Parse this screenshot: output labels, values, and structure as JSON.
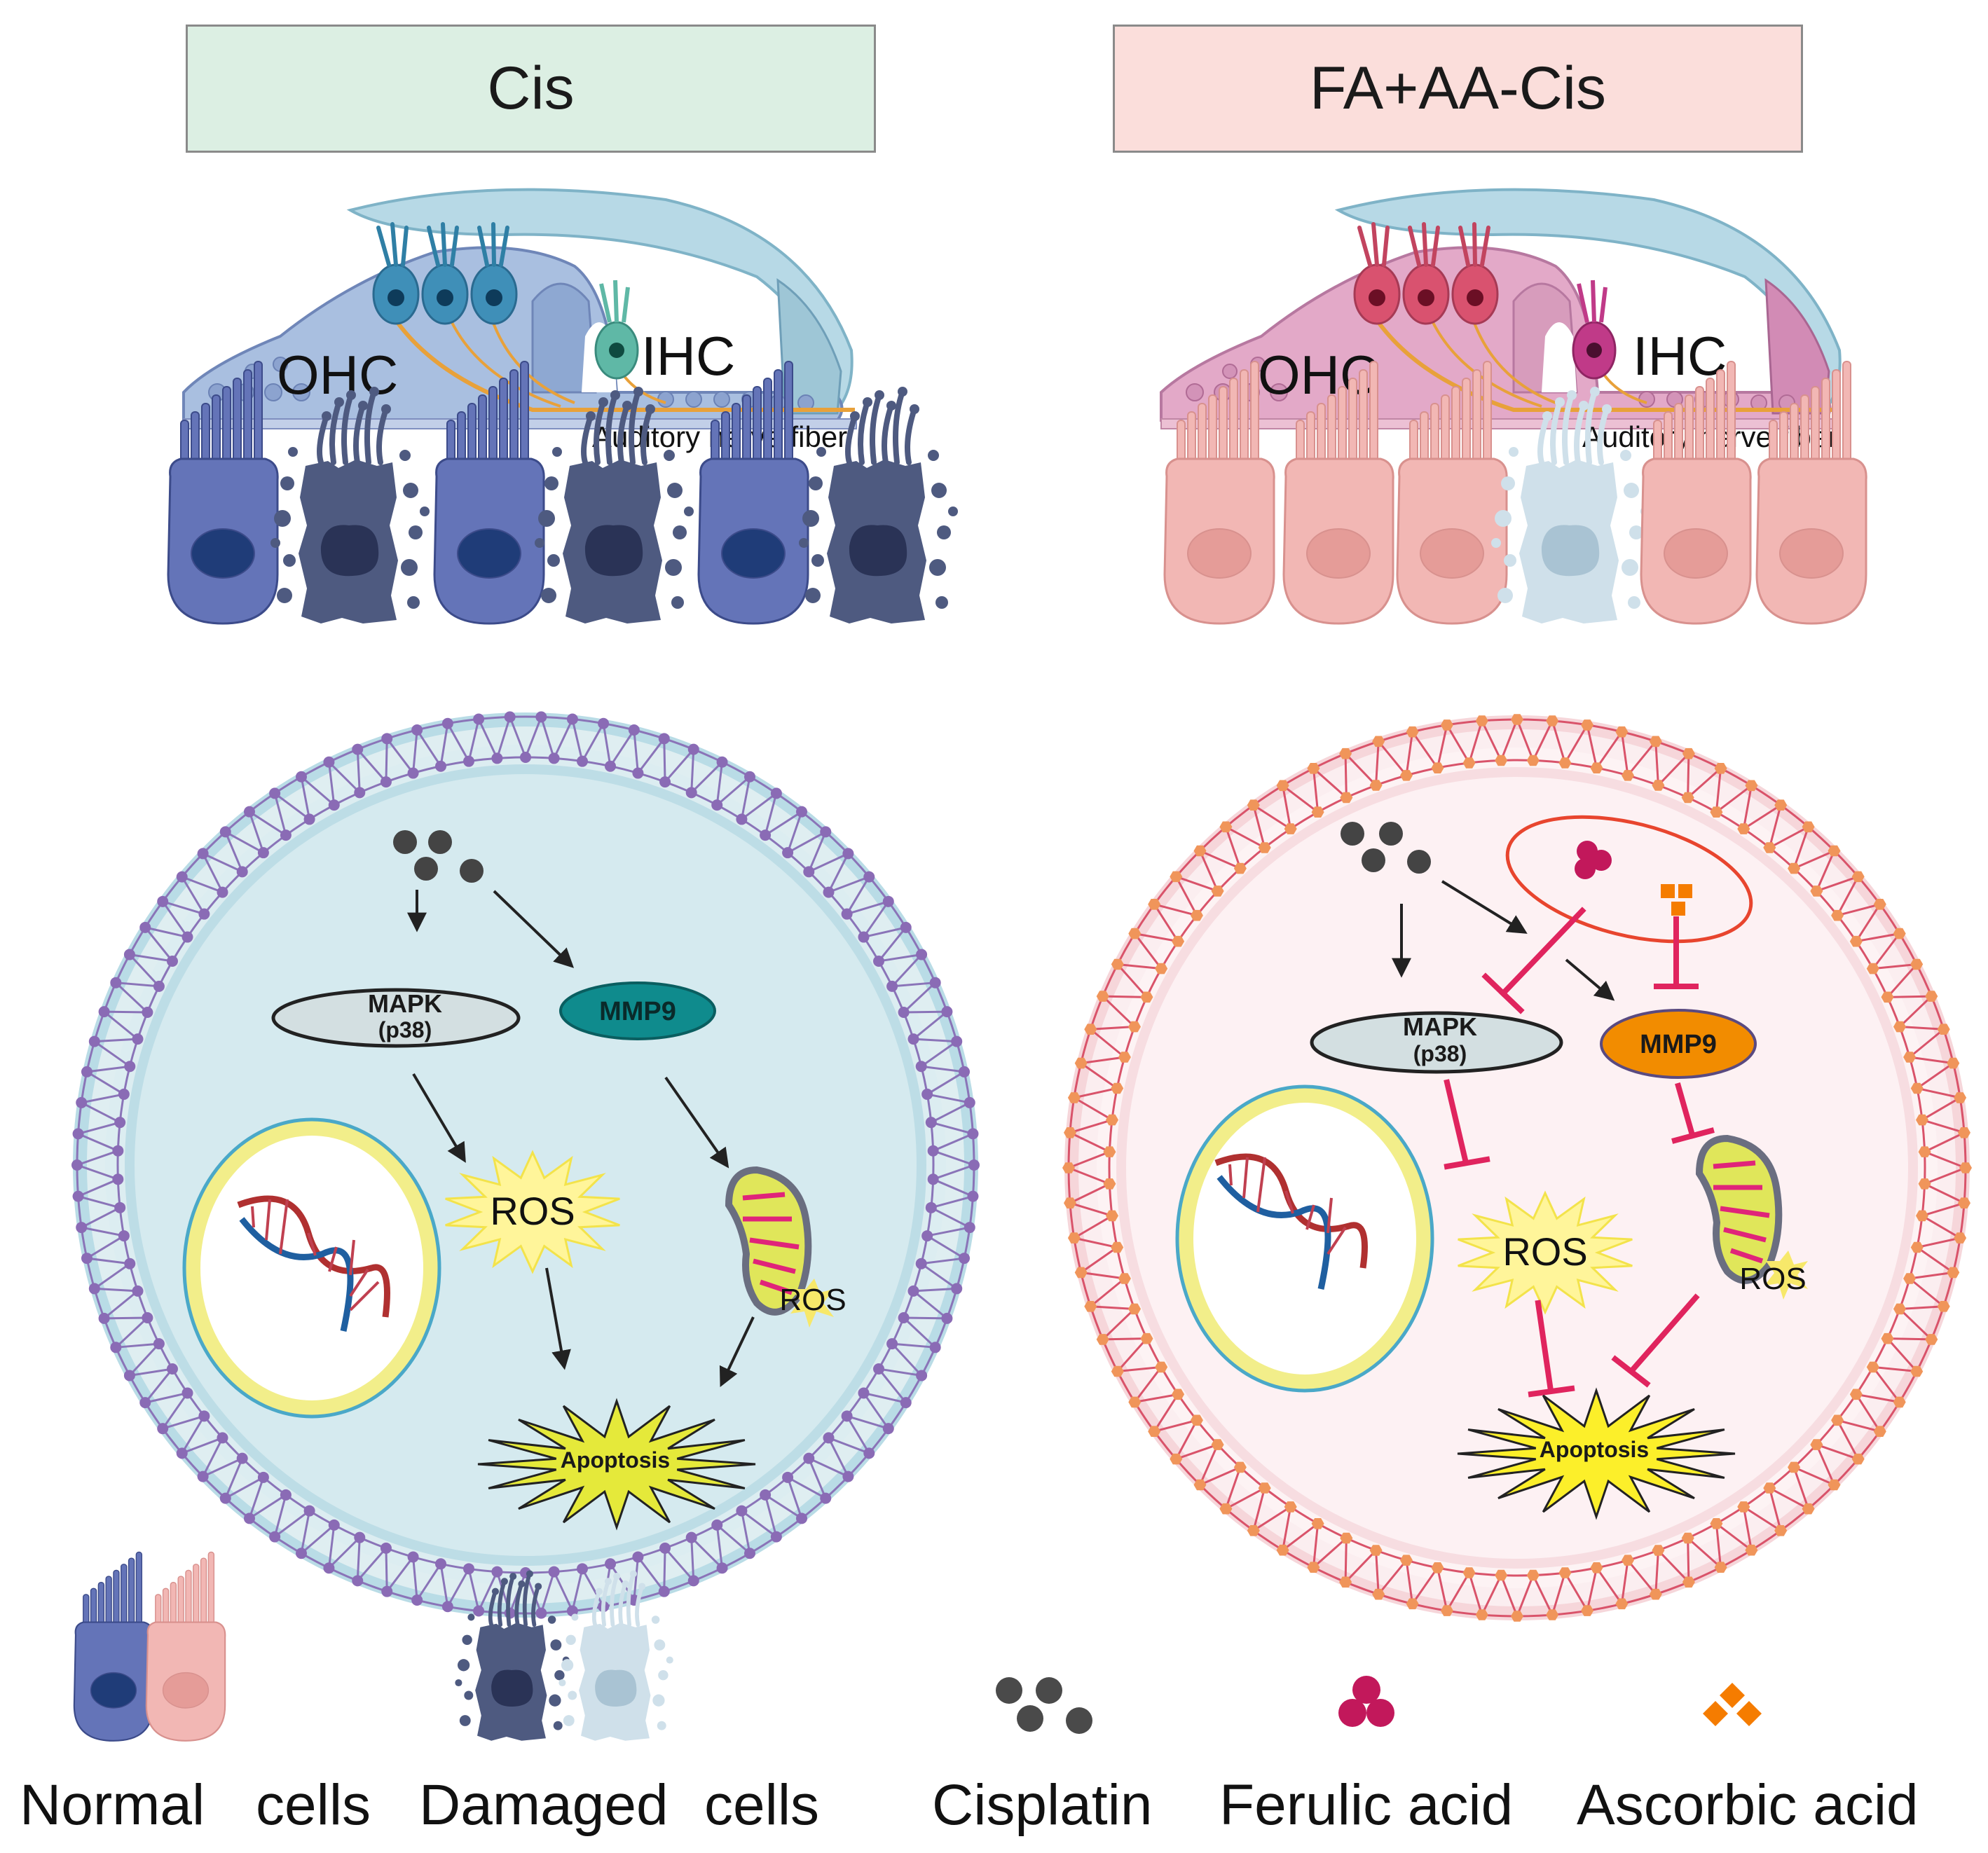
{
  "panels": {
    "left": {
      "header": "Cis",
      "header_color": "#dcefe3",
      "cochlea": {
        "ohc": "OHC",
        "ihc": "IHC",
        "nerve": "Auditory nerve fiber"
      },
      "pathway": {
        "mapk": "MAPK",
        "mapk_sub": "(p38)",
        "mmp9": "MMP9",
        "ros": "ROS",
        "ros_mito": "ROS",
        "apoptosis": "Apoptosis"
      }
    },
    "right": {
      "header": "FA+AA-Cis",
      "header_color": "#fbdedb",
      "cochlea": {
        "ohc": "OHC",
        "ihc": "IHC",
        "nerve": "Auditory nerve fiber"
      },
      "pathway": {
        "mapk": "MAPK",
        "mapk_sub": "(p38)",
        "mmp9": "MMP9",
        "ros": "ROS",
        "ros_mito": "ROS",
        "apoptosis": "Apoptosis"
      }
    }
  },
  "legend": {
    "normal": "Normal",
    "cells1": "cells",
    "damaged": "Damaged",
    "cells2": "cells",
    "cisplatin": "Cisplatin",
    "ferulic": "Ferulic acid",
    "ascorbic": "Ascorbic acid"
  },
  "colors": {
    "normal_cell_blue": "#6474b8",
    "normal_cell_pink": "#f2b7b4",
    "damaged_cell_dark": "#4e5a80",
    "damaged_cell_light": "#cfe0ea",
    "cisplatin": "#4a4a4a",
    "ferulic_acid": "#c2185b",
    "ascorbic_acid": "#f57c00",
    "inhibition": "#e0245e",
    "mmp9_left": "#0f8b8d",
    "mmp9_right": "#f28c00",
    "ros_burst": "#fff59a",
    "apoptosis_burst": "#e5e93a"
  }
}
